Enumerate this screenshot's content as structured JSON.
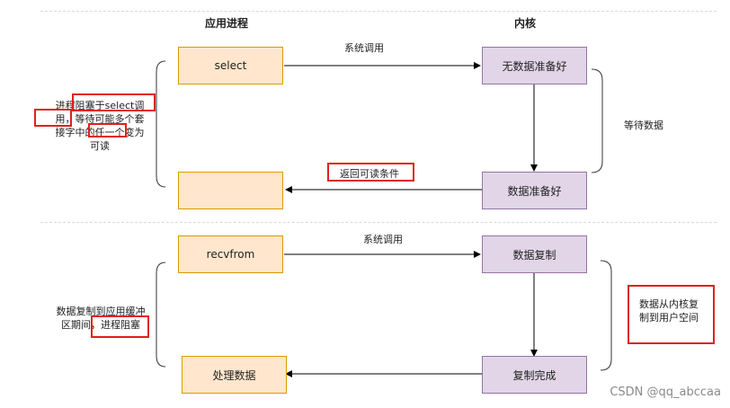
{
  "headers": {
    "app": "应用进程",
    "kernel": "内核"
  },
  "phase1": {
    "syscall_label": "系统调用",
    "app_box1": "select",
    "kernel_box1": "无数据准备好",
    "kernel_box2": "数据准备好",
    "return_label": "返回可读条件",
    "wait_label": "等待数据",
    "left_note": [
      "进程阻塞于select调",
      "用，等待可能多个套",
      "接字中的任一个变为",
      "可读"
    ]
  },
  "phase2": {
    "syscall_label": "系统调用",
    "app_box1": "recvfrom",
    "app_box2": "处理数据",
    "kernel_box1": "数据复制",
    "kernel_box2": "复制完成",
    "left_note": [
      "数据复制到应用缓冲",
      "区期间，进程阻塞"
    ],
    "right_note": [
      "数据从内核复",
      "制到用户空间"
    ]
  },
  "watermark": "CSDN @qq_abccaa",
  "colors": {
    "app_fill": "#ffe6cc",
    "app_border": "#d79b00",
    "kernel_fill": "#e1d5e7",
    "kernel_border": "#9673a6",
    "highlight": "#e02020"
  }
}
